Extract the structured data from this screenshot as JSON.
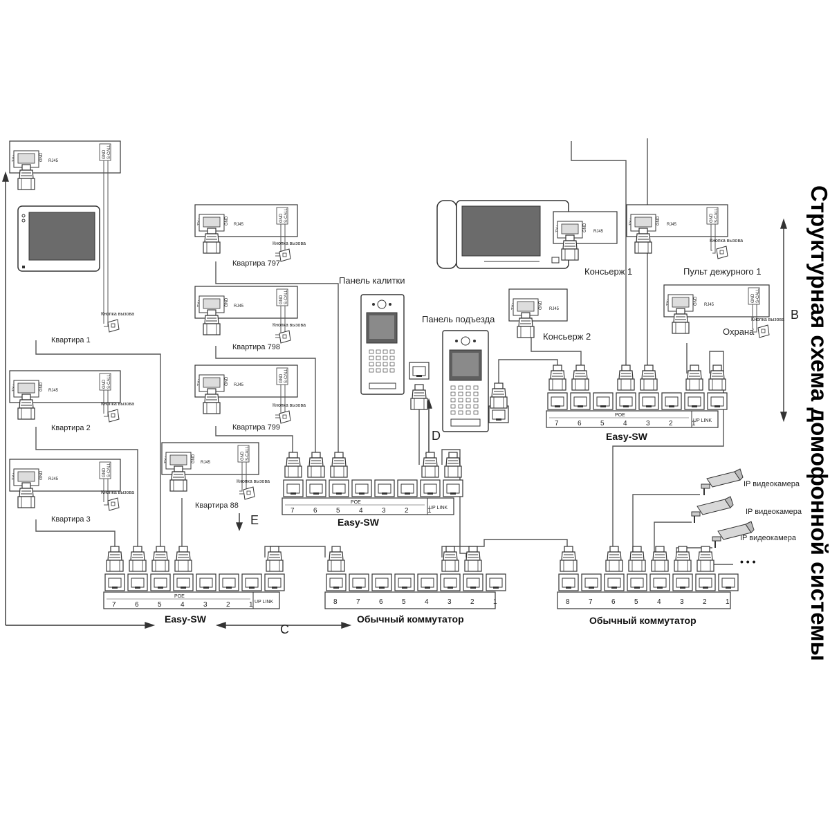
{
  "title": "Структурная схема домофонной системы",
  "apartments": {
    "a1": {
      "label": "Квартира 1",
      "rj": "RJ45",
      "btn": "Кнопка вызова"
    },
    "a2": {
      "label": "Квартира 2",
      "rj": "RJ45",
      "btn": "Кнопка вызова"
    },
    "a3": {
      "label": "Квартира 3",
      "rj": "RJ45",
      "btn": "Кнопка вызова"
    },
    "a797": {
      "label": "Квартира 797",
      "rj": "RJ45",
      "btn": "Кнопка вызова"
    },
    "a798": {
      "label": "Квартира 798",
      "rj": "RJ45",
      "btn": "Кнопка вызова"
    },
    "a799": {
      "label": "Квартира 799",
      "rj": "RJ45",
      "btn": "Кнопка вызова"
    },
    "a88": {
      "label": "Квартира 88",
      "rj": "RJ45",
      "btn": "Кнопка вызова"
    }
  },
  "pins_left": [
    "TX+",
    "TX-",
    "RX+",
    "18V",
    "18V",
    "RX-",
    "GND",
    "GND"
  ],
  "pins_right": [
    "GND",
    "S-CALL"
  ],
  "panels": {
    "gate": "Панель калитки",
    "entrance": "Панель подъезда"
  },
  "right_units": {
    "concierge1": {
      "label": "Консьерж 1",
      "rj": "RJ45"
    },
    "concierge2": {
      "label": "Консьерж 2",
      "rj": "RJ45"
    },
    "duty": {
      "label": "Пульт дежурного 1",
      "rj": "RJ45",
      "btn": "Кнопка вызова"
    },
    "guard": {
      "label": "Охрана",
      "rj": "RJ45",
      "btn": "Кнопка вызова"
    }
  },
  "switches": {
    "easy_sw_label": "Easy-SW",
    "poe": "POE",
    "uplink": "UP LINK",
    "poe_ports": [
      "7",
      "6",
      "5",
      "4",
      "3",
      "2",
      "1"
    ],
    "regular_label": "Обычный коммутатор",
    "regular_ports": [
      "8",
      "7",
      "6",
      "5",
      "4",
      "3",
      "2",
      "1"
    ]
  },
  "cameras": [
    "IP видеокамера",
    "IP видеокамера",
    "IP видеокамера"
  ],
  "cameras_more": "• • •",
  "letters": {
    "b": "B",
    "c": "C",
    "d": "D",
    "e": "E"
  }
}
